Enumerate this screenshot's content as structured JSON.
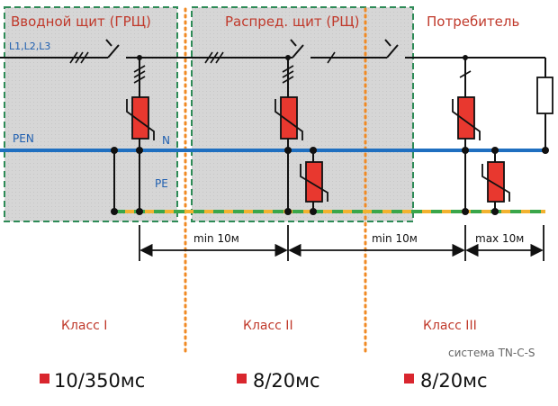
{
  "panels": {
    "main": "Вводной щит (ГРЩ)",
    "distribution": "Распред. щит (РЩ)",
    "consumer": "Потребитель"
  },
  "lines": {
    "phases": "L1,L2,L3",
    "pen": "PEN",
    "n": "N",
    "pe": "PE"
  },
  "distances": {
    "d1": "min 10м",
    "d2": "min 10м",
    "d3": "max 10м"
  },
  "classes": {
    "c1": "Класс I",
    "c2": "Класс II",
    "c3": "Класс III"
  },
  "system": "система TN-C-S",
  "ratings": {
    "r1": "10/350мс",
    "r2": "8/20мс",
    "r3": "8/20мс"
  },
  "colors": {
    "panel_fill": "#d9d9d9",
    "panel_border": "#2e8b57",
    "pen_line": "#1f6fc0",
    "pe_line": "#f2b230",
    "pe_dash": "#3aa64a",
    "surge_device": "#e8382f",
    "zone_separator": "#f08a24",
    "text_red": "#c0392b",
    "text_blue": "#1f5fb0"
  }
}
